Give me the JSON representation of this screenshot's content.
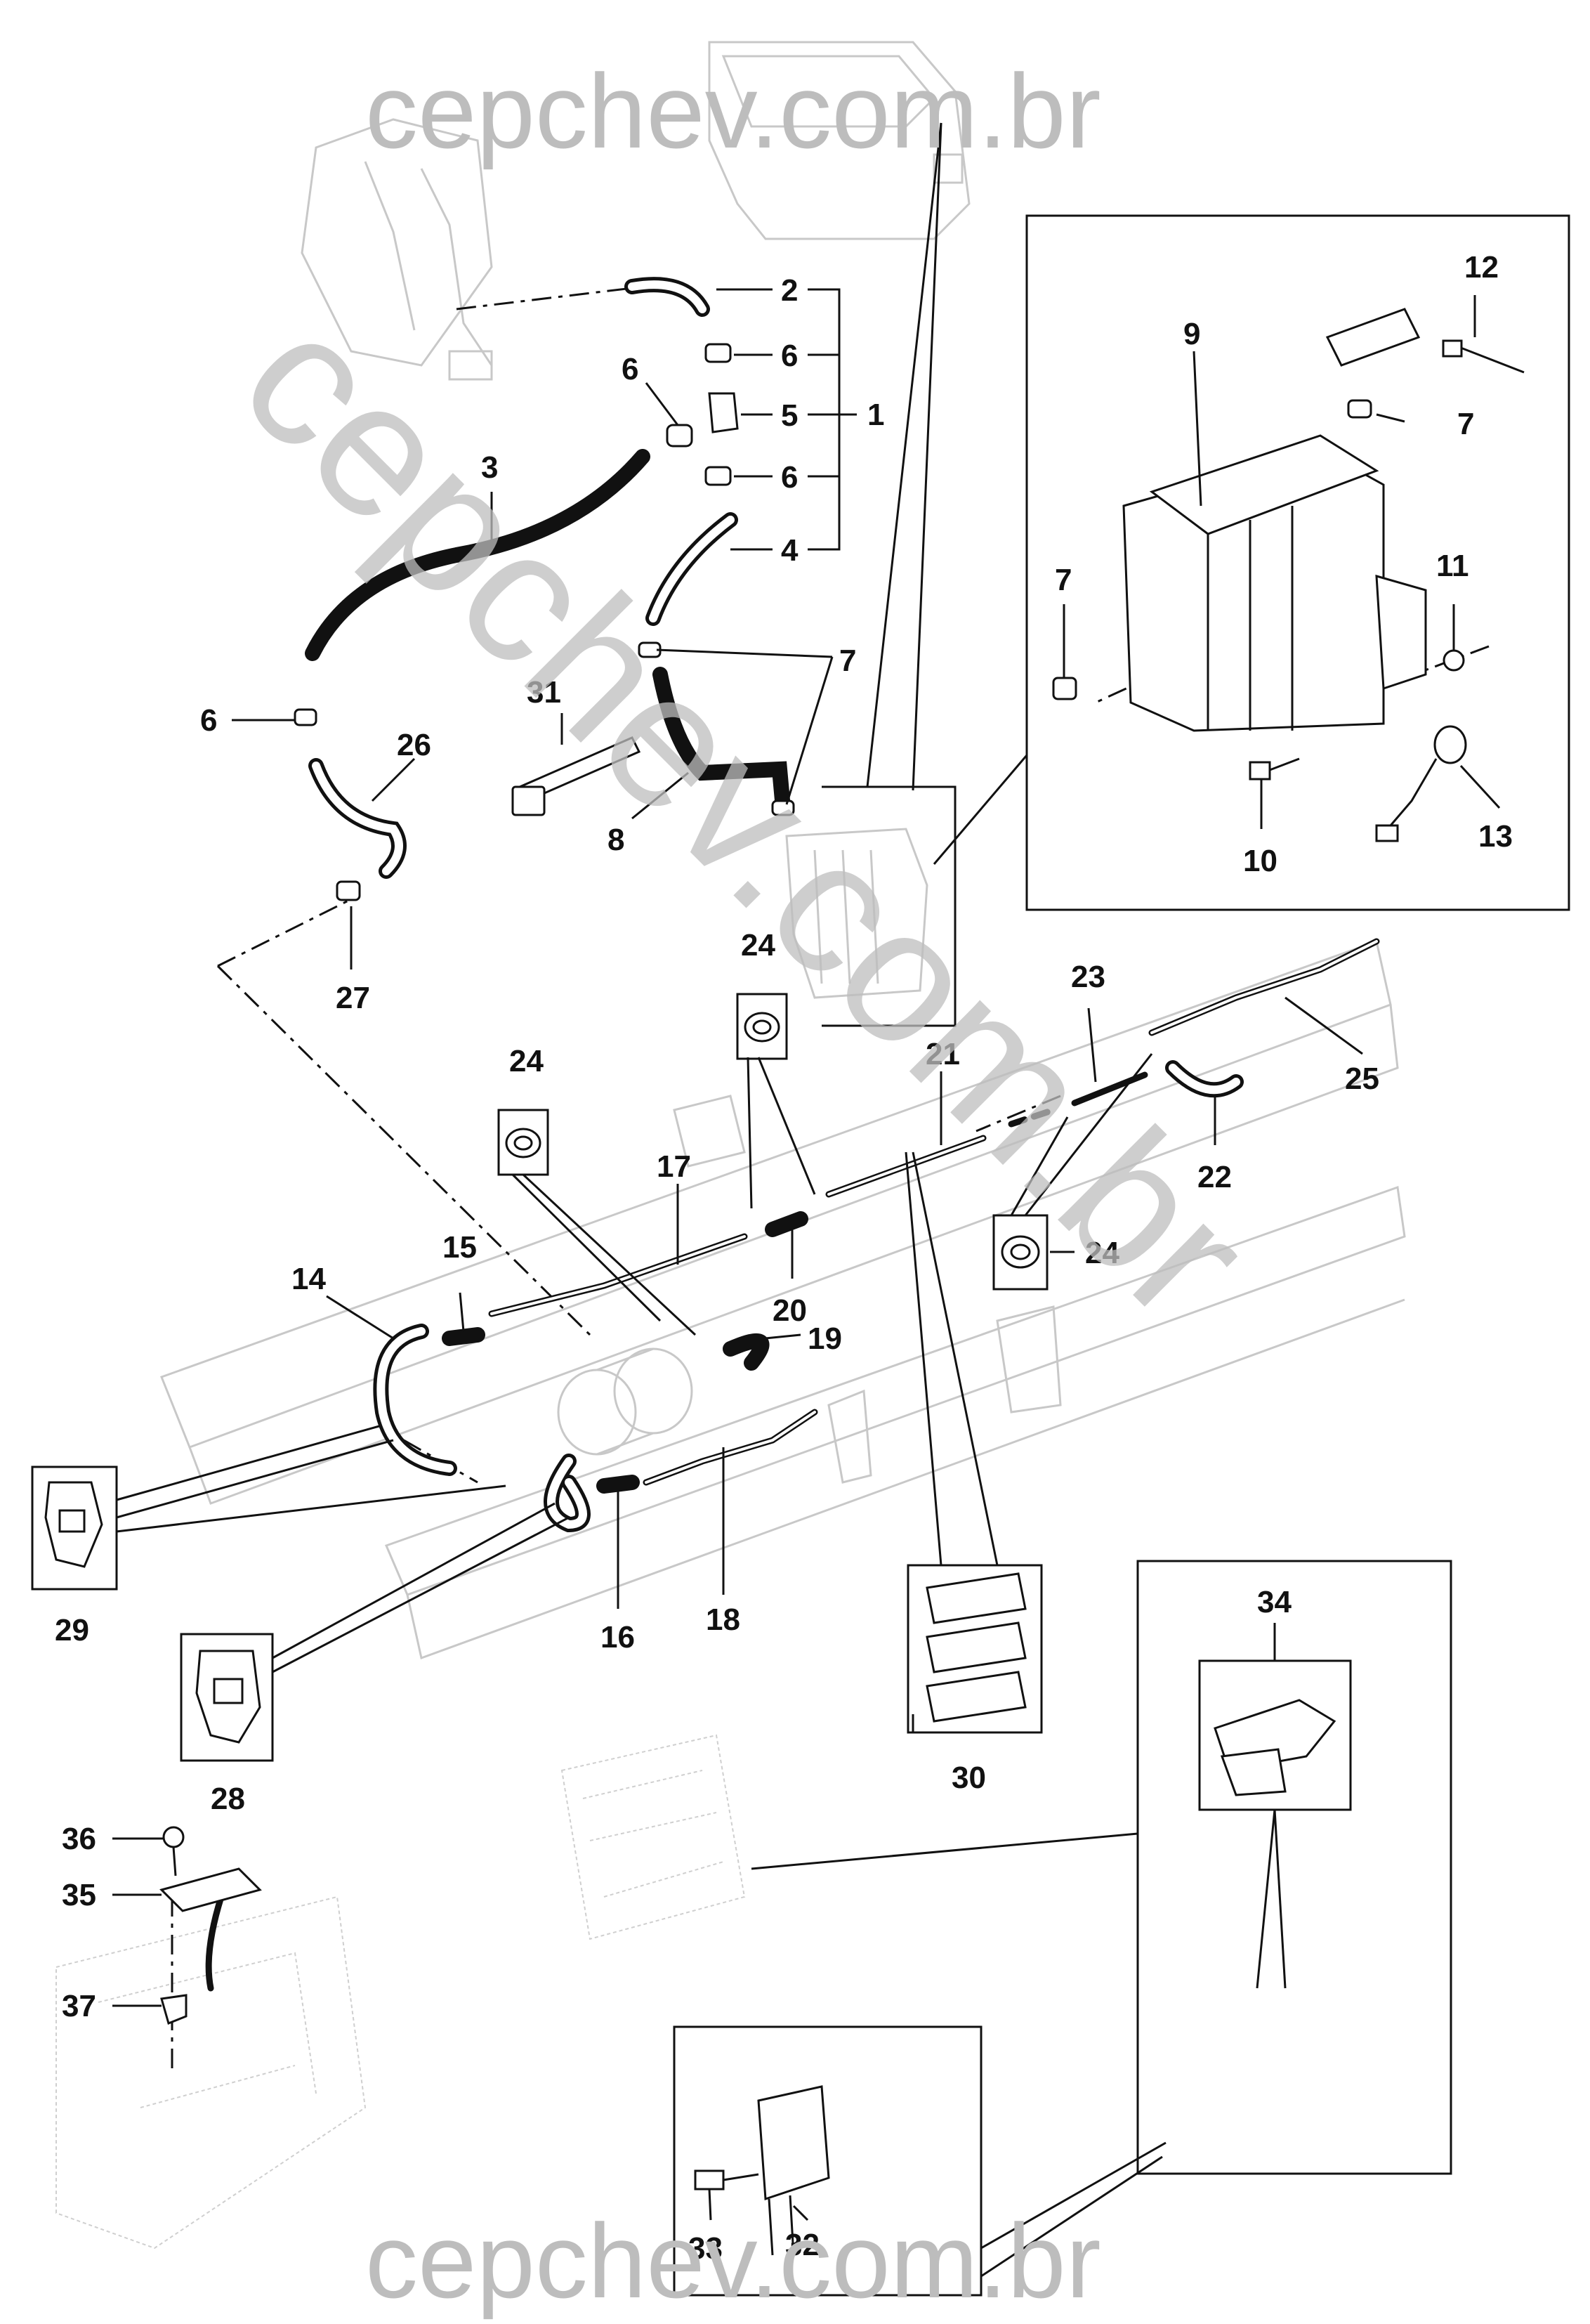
{
  "watermark": {
    "top": "cepchev.com.br",
    "bottom": "cepchev.com.br",
    "diagonal": "cepchev.com.br"
  },
  "callouts": [
    {
      "id": "c1",
      "text": "1"
    },
    {
      "id": "c2",
      "text": "2"
    },
    {
      "id": "c3",
      "text": "3"
    },
    {
      "id": "c4",
      "text": "4"
    },
    {
      "id": "c5",
      "text": "5"
    },
    {
      "id": "c6a",
      "text": "6"
    },
    {
      "id": "c6b",
      "text": "6"
    },
    {
      "id": "c6c",
      "text": "6"
    },
    {
      "id": "c6d",
      "text": "6"
    },
    {
      "id": "c7a",
      "text": "7"
    },
    {
      "id": "c7b",
      "text": "7"
    },
    {
      "id": "c7c",
      "text": "7"
    },
    {
      "id": "c8",
      "text": "8"
    },
    {
      "id": "c9",
      "text": "9"
    },
    {
      "id": "c10",
      "text": "10"
    },
    {
      "id": "c11",
      "text": "11"
    },
    {
      "id": "c12",
      "text": "12"
    },
    {
      "id": "c13",
      "text": "13"
    },
    {
      "id": "c14",
      "text": "14"
    },
    {
      "id": "c15",
      "text": "15"
    },
    {
      "id": "c16",
      "text": "16"
    },
    {
      "id": "c17",
      "text": "17"
    },
    {
      "id": "c18",
      "text": "18"
    },
    {
      "id": "c19",
      "text": "19"
    },
    {
      "id": "c20",
      "text": "20"
    },
    {
      "id": "c21",
      "text": "21"
    },
    {
      "id": "c22",
      "text": "22"
    },
    {
      "id": "c23",
      "text": "23"
    },
    {
      "id": "c24a",
      "text": "24"
    },
    {
      "id": "c24b",
      "text": "24"
    },
    {
      "id": "c24c",
      "text": "24"
    },
    {
      "id": "c25",
      "text": "25"
    },
    {
      "id": "c26",
      "text": "26"
    },
    {
      "id": "c27",
      "text": "27"
    },
    {
      "id": "c28",
      "text": "28"
    },
    {
      "id": "c29",
      "text": "29"
    },
    {
      "id": "c30",
      "text": "30"
    },
    {
      "id": "c31",
      "text": "31"
    },
    {
      "id": "c32",
      "text": "32"
    },
    {
      "id": "c33",
      "text": "33"
    },
    {
      "id": "c34",
      "text": "34"
    },
    {
      "id": "c35",
      "text": "35"
    },
    {
      "id": "c36",
      "text": "36"
    },
    {
      "id": "c37",
      "text": "37"
    }
  ]
}
